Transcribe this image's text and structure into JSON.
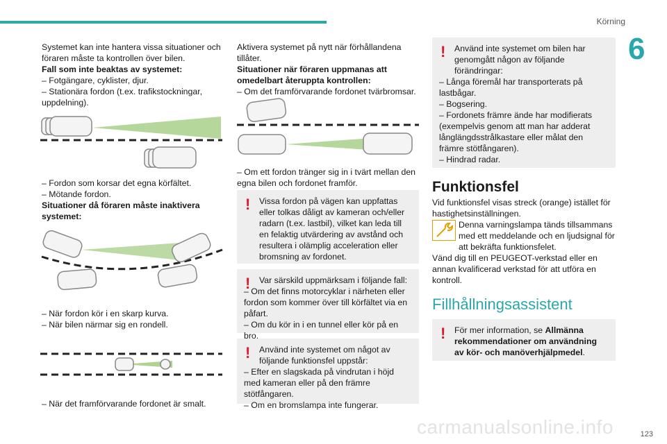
{
  "header": {
    "section": "Körning",
    "chapter": "6",
    "page": "123"
  },
  "col1": {
    "p1": "Systemet kan inte hantera vissa situationer och föraren måste ta kontrollen över bilen.",
    "h1": "Fall som inte beaktas av systemet:",
    "l1": "– Fotgängare, cyklister, djur.",
    "l2": "– Stationära fordon (t.ex. trafikstockningar, uppdelning).",
    "l3": "– Fordon som korsar det egna körfältet.",
    "l4": "– Mötande fordon.",
    "h2": "Situationer då föraren måste inaktivera systemet:",
    "l5": "– När fordon kör i en skarp kurva.",
    "l6": "– När bilen närmar sig en rondell.",
    "l7": "– När det framförvarande fordonet är smalt."
  },
  "col2": {
    "p1": "Aktivera systemet på nytt när förhållandena tillåter.",
    "h1": "Situationer när föraren uppmanas att omedelbart återuppta kontrollen:",
    "l1": "– Om det framförvarande fordonet tvärbromsar.",
    "l2": "– Om ett fordon tränger sig in i tvärt mellan den egna bilen och fordonet framför.",
    "box1": "Vissa fordon på vägen kan uppfattas eller tolkas dåligt av kameran och/eller radarn (t.ex. lastbil), vilket kan leda till en felaktig utvärdering av avstånd och resultera i olämplig acceleration eller bromsning av fordonet.",
    "box2_p": "Var särskild uppmärksam i följande fall:",
    "box2_l1": "– Om det finns motorcyklar i närheten eller fordon som kommer över till körfältet via en påfart.",
    "box2_l2": "– Om du kör in i en tunnel eller kör på en bro.",
    "box3_p": "Använd inte systemet om något av följande funktionsfel uppstår:",
    "box3_l1": "– Efter en slagskada på vindrutan i höjd med kameran eller på den främre stötfångaren.",
    "box3_l2": "– Om en bromslampa inte fungerar."
  },
  "col3": {
    "box_p": "Använd inte systemet om bilen har genomgått någon av följande förändringar:",
    "box_l1": "– Långa föremål har transporterats på lastbågar.",
    "box_l2": "– Bogsering.",
    "box_l3": "– Fordonets främre ände har modifierats (exempelvis genom att man har adderat långlängdsstrålkastare eller målat den främre stötfångaren).",
    "box_l4": "– Hindrad radar.",
    "h_fault": "Funktionsfel",
    "fault_p1": "Vid funktionsfel visas streck (orange) istället för hastighetsinställningen.",
    "fault_p2": "Denna varningslampa tänds tillsammans med ett meddelande och en ljudsignal för att bekräfta funktionsfelet.",
    "fault_p3": "Vänd dig till en PEUGEOT-verkstad eller en annan kvalificerad verkstad för att utföra en kontroll.",
    "h_lane": "Fillhållningsassistent",
    "lane_pre": "För mer information, se ",
    "lane_bold": "Allmänna rekommendationer om användning av kör- och manöverhjälpmedel",
    "lane_post": "."
  },
  "watermark": "carmanualsonline.info",
  "colors": {
    "accent": "#2aa7ad",
    "warning": "#e0182d",
    "beam": "#7ab648",
    "box": "#eeeeee"
  },
  "icons": {
    "warning": "exclamation-icon",
    "fault": "wrench-icon"
  }
}
